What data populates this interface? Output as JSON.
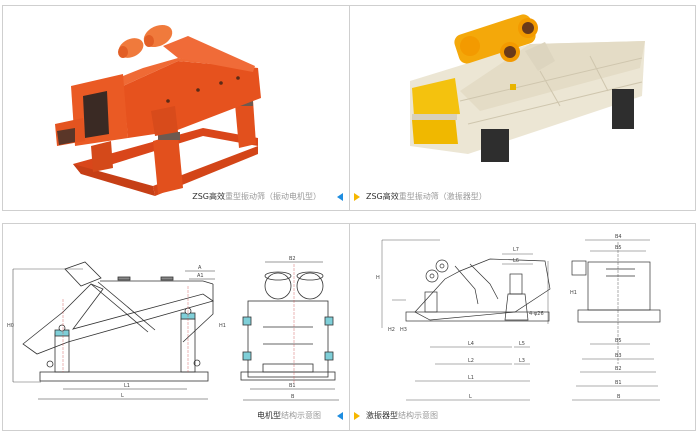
{
  "panels": [
    {
      "id": "top-left",
      "type": "photo",
      "caption_prefix": "ZSG高效",
      "caption_light": "重型振动筛",
      "caption_suffix": "（振动电机型）",
      "machine_color": "#e8501e",
      "nav_arrow": "left"
    },
    {
      "id": "top-right",
      "type": "photo",
      "caption_prefix": "ZSG高效",
      "caption_light": "重型振动筛",
      "caption_suffix": "（激振器型）",
      "machine_color": "#ece6d4",
      "accent_color": "#f6b700",
      "nav_arrow": "right"
    },
    {
      "id": "bottom-left",
      "type": "diagram",
      "caption_prefix": "电机型",
      "caption_light": "结构示意图",
      "nav_arrow": "left",
      "side_view_labels": [
        "A",
        "A1",
        "L1",
        "L",
        "H0",
        "H1"
      ],
      "front_view_labels": [
        "B2",
        "B1",
        "B"
      ]
    },
    {
      "id": "bottom-right",
      "type": "diagram",
      "caption_prefix": "激振器型",
      "caption_light": "结构示意图",
      "nav_arrow": "right",
      "side_view_labels": [
        "L7",
        "L6",
        "H",
        "H1",
        "H2",
        "H3",
        "4-φ26",
        "L4",
        "L5",
        "L2",
        "L3",
        "L1",
        "L"
      ],
      "front_view_labels": [
        "B4",
        "B5",
        "B5",
        "B3",
        "B2",
        "B1",
        "B"
      ]
    }
  ],
  "colors": {
    "border": "#cfcfcf",
    "arrow_left": "#1e8de0",
    "arrow_right": "#f6b700",
    "caption_text": "#333333",
    "caption_light": "#999999"
  }
}
